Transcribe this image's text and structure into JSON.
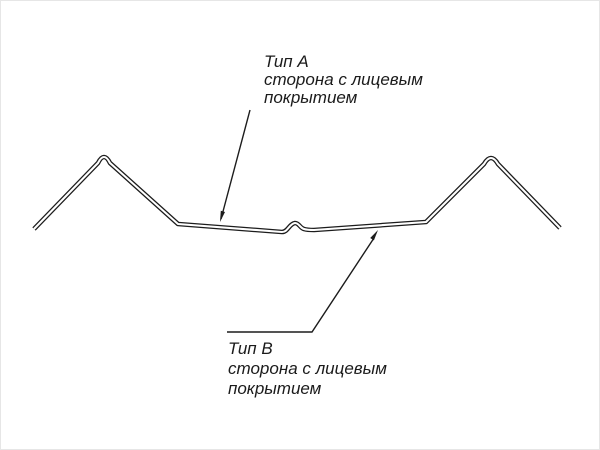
{
  "drawing": {
    "background_color": "#ffffff",
    "line_color": "#1c1c1c",
    "description": "Cross-section profile of a metal sheet panel with two leader callouts"
  },
  "labels": {
    "type_a": {
      "title": "Тип А",
      "subtitle_line1": "сторона с лицевым",
      "subtitle_line2": "покрытием"
    },
    "type_b": {
      "title": "Тип В",
      "subtitle_line1": "сторона с лицевым",
      "subtitle_line2": "покрытием"
    }
  }
}
